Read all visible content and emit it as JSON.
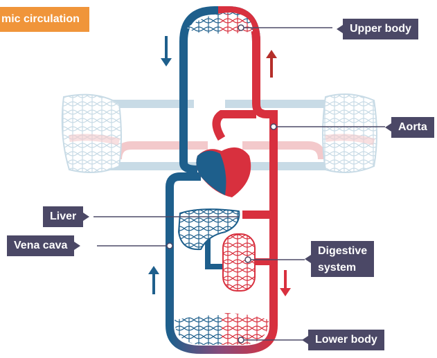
{
  "title": "mic circulation",
  "labels": {
    "upper_body": "Upper body",
    "aorta": "Aorta",
    "liver": "Liver",
    "vena_cava": "Vena cava",
    "digestive_line1": "Digestive",
    "digestive_line2": "system",
    "lower_body": "Lower body"
  },
  "colors": {
    "oxygenated": "#d8303e",
    "deoxygenated": "#1e5f8c",
    "faded_blue": "#c8dbe6",
    "faded_red": "#f3c9cb",
    "label_bg": "#4b4866",
    "title_bg": "#f0953a"
  }
}
